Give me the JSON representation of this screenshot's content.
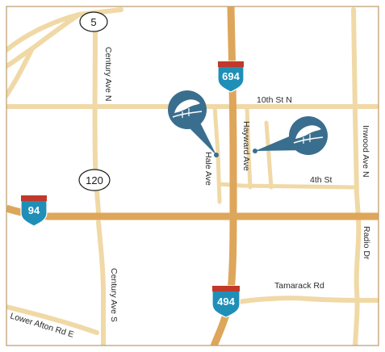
{
  "colors": {
    "road_minor": "#f0d9a6",
    "road_major": "#dea65a",
    "interstate_blue": "#1f8fb8",
    "interstate_red": "#c0392b",
    "marker_blue": "#3a6e8e",
    "frame": "#c0a070"
  },
  "roads": {
    "street_10th": "10th St N",
    "street_4th": "4th St",
    "century_n": "Century Ave N",
    "century_s": "Century Ave S",
    "hale": "Hale Ave",
    "hayward": "Hayward Ave",
    "inwood": "Inwood Ave N",
    "radio": "Radio Dr",
    "tamarack": "Tamarack Rd",
    "lower_afton": "Lower Afton Rd E"
  },
  "shields": {
    "i694": "694",
    "i94": "94",
    "i494": "494",
    "state5": "5",
    "state120": "120"
  },
  "markers": [
    {
      "icon": "tree-logo-icon"
    },
    {
      "icon": "tree-logo-icon"
    }
  ]
}
